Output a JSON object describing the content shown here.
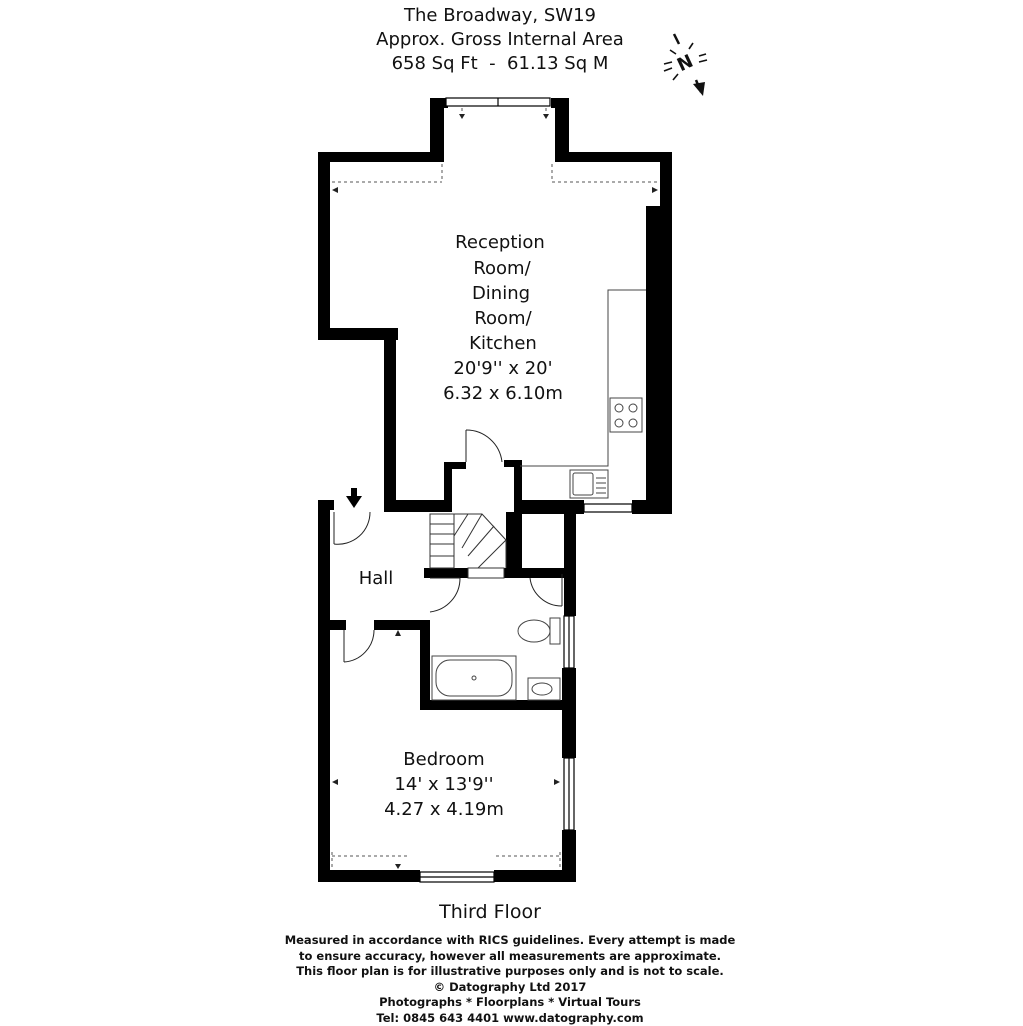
{
  "header": {
    "address": "The Broadway, SW19",
    "area_label": "Approx. Gross Internal Area",
    "area_value": "658 Sq Ft  -  61.13 Sq M"
  },
  "compass": {
    "letter": "N",
    "icon": "north-arrow-icon"
  },
  "rooms": {
    "reception": {
      "name_lines": [
        "Reception",
        "Room/",
        "Dining",
        "Room/",
        "Kitchen"
      ],
      "imperial": "20'9'' x 20'",
      "metric": "6.32 x 6.10m"
    },
    "hall": {
      "name": "Hall"
    },
    "bedroom": {
      "name": "Bedroom",
      "imperial": "14' x 13'9''",
      "metric": "4.27 x 4.19m"
    }
  },
  "floor_label": "Third Floor",
  "disclaimer": {
    "lines": [
      "Measured in accordance with RICS guidelines. Every attempt is made",
      "to ensure accuracy, however all measurements are approximate.",
      "This floor plan is for illustrative purposes only and is not to scale.",
      "© Datography Ltd 2017",
      "Photographs * Floorplans * Virtual Tours",
      "Tel: 0845 643 4401 www.datography.com"
    ]
  },
  "colors": {
    "wall": "#000000",
    "fixture": "#555555",
    "background": "#ffffff"
  }
}
